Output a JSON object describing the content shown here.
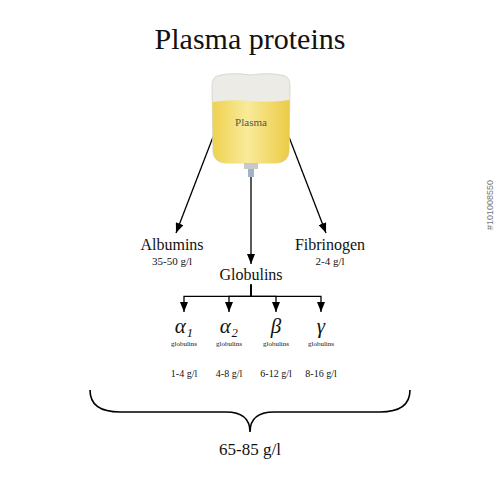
{
  "diagram": {
    "title": "Plasma proteins",
    "nodes": [
      {
        "text": [
          "Plasma"
        ]
      },
      {
        "text": [
          "Albumins",
          "35-50 g/l"
        ]
      },
      {
        "text": [
          "Fibrinogen",
          "2-4 g/l"
        ]
      },
      {
        "text": [
          "Globulins"
        ]
      },
      {
        "text": [
          "α₁",
          "globulins",
          "1-4 g/l"
        ]
      },
      {
        "text": [
          "α₂",
          "globulins",
          "4-8 g/l"
        ]
      },
      {
        "text": [
          "β",
          "globulins",
          "6-12 g/l"
        ]
      },
      {
        "text": [
          "γ",
          "globulins",
          "8-16 g/l"
        ]
      }
    ],
    "edges": [
      {
        "from": 0,
        "to": 1,
        "arrow": "to"
      },
      {
        "from": 0,
        "to": 3,
        "arrow": "to"
      },
      {
        "from": 0,
        "to": 2,
        "arrow": "to"
      },
      {
        "from": 3,
        "to": 4,
        "arrow": "to"
      },
      {
        "from": 3,
        "to": 5,
        "arrow": "to"
      },
      {
        "from": 3,
        "to": 6,
        "arrow": "to"
      },
      {
        "from": 3,
        "to": 7,
        "arrow": "to"
      }
    ],
    "labels": [
      "65-85 g/l",
      "#101008550"
    ]
  }
}
